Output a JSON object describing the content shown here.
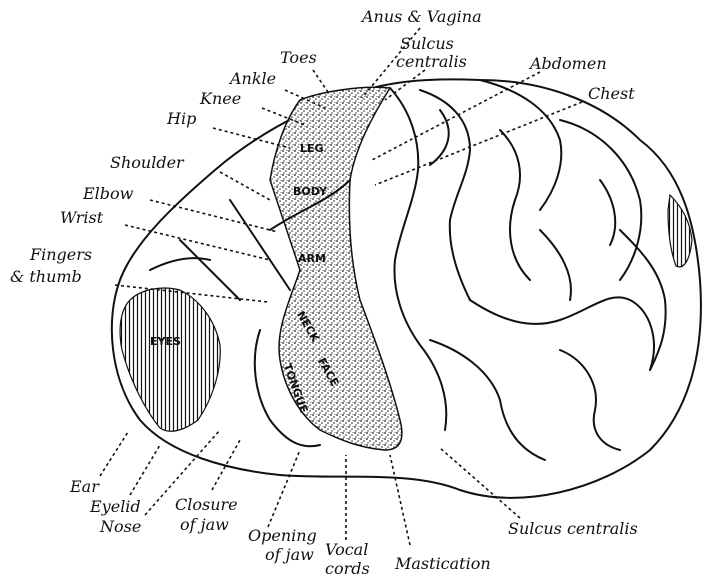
{
  "labels": {
    "anus_vagina": "Anus & Vagina",
    "toes": "Toes",
    "sulcus_top_1": "Sulcus",
    "sulcus_top_2": "centralis",
    "ankle": "Ankle",
    "abdomen": "Abdomen",
    "knee": "Knee",
    "chest": "Chest",
    "hip": "Hip",
    "shoulder": "Shoulder",
    "elbow": "Elbow",
    "wrist": "Wrist",
    "fingers_1": "Fingers",
    "fingers_2": "& thumb",
    "ear": "Ear",
    "eyelid": "Eyelid",
    "nose": "Nose",
    "closure_1": "Closure",
    "closure_2": "of jaw",
    "opening_1": "Opening",
    "opening_2": "of jaw",
    "vocal_1": "Vocal",
    "vocal_2": "cords",
    "mastication": "Mastication",
    "sulcus_bottom": "Sulcus centralis"
  },
  "regions": {
    "leg": "LEG",
    "body": "BODY",
    "arm": "ARM",
    "eyes": "EYES",
    "neck": "NECK",
    "face": "FACE",
    "tongue": "TONGUE"
  }
}
